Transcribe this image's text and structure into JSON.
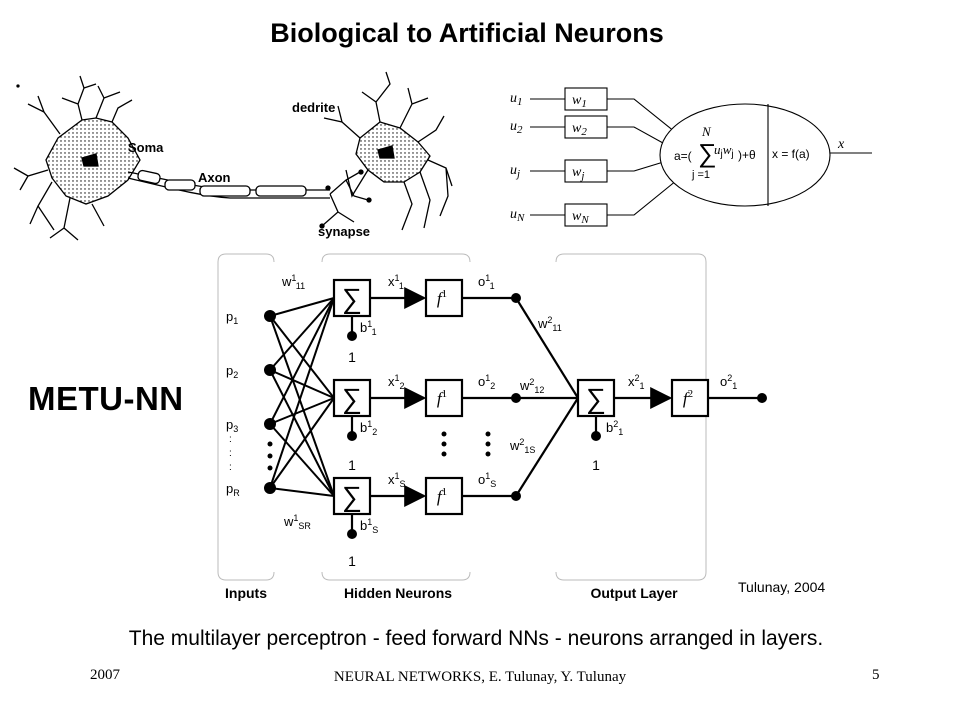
{
  "title": "Biological to Artificial Neurons",
  "bio_neuron": {
    "soma": "Soma",
    "axon": "Axon",
    "dedrite": "dedrite",
    "synapse": "synapse"
  },
  "artificial_neuron": {
    "inputs": [
      "u",
      "u",
      "u",
      "u"
    ],
    "input_subs": [
      "1",
      "2",
      "j",
      "N"
    ],
    "weights": [
      "w",
      "w",
      "w",
      "w"
    ],
    "weight_subs": [
      "1",
      "2",
      "j",
      "N"
    ],
    "sum_top": "N",
    "sum_expr": "a=(",
    "sum_term": "u",
    "sum_term_sub": "j",
    "sum_w": "w",
    "sum_w_sub": "j",
    "sum_close": ")+θ",
    "sum_bottom": "j =1",
    "activation": "x = f(a)",
    "output": "x"
  },
  "mlp": {
    "inputs": [
      "p",
      "p",
      "p",
      "p"
    ],
    "input_subs": [
      "1",
      "2",
      "3",
      "R"
    ],
    "w_top": "w",
    "w_top_sup": "1",
    "w_top_sub": "11",
    "w_bottom": "w",
    "w_bottom_sup": "1",
    "w_bottom_sub": "SR",
    "hidden_x_subs": [
      "1",
      "2",
      "S"
    ],
    "hidden_b_subs": [
      "1",
      "2",
      "S"
    ],
    "hidden_o_subs": [
      "1",
      "2",
      "S"
    ],
    "bias_one": "1",
    "out_w_subs": [
      "11",
      "12",
      "1S"
    ],
    "out_x": "x",
    "out_x_sup": "2",
    "out_x_sub": "1",
    "out_b": "b",
    "out_b_sup": "2",
    "out_b_sub": "1",
    "out_o": "o",
    "out_o_sup": "2",
    "out_o_sub": "1",
    "section_labels": [
      "Inputs",
      "Hidden Neurons",
      "Output Layer"
    ]
  },
  "metu": "METU-NN",
  "credit": "Tulunay, 2004",
  "caption": "The multilayer perceptron - feed forward NNs - neurons arranged in layers.",
  "footer": {
    "year": "2007",
    "center": "NEURAL NETWORKS, E. Tulunay, Y. Tulunay",
    "page": "5"
  }
}
